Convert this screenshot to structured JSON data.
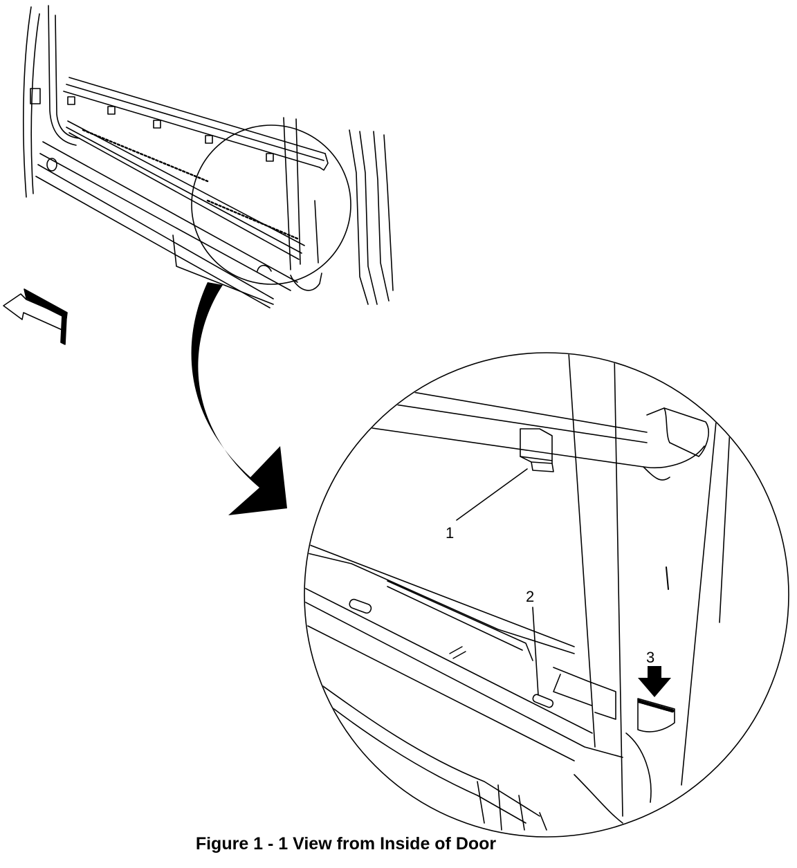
{
  "figure": {
    "caption": "Figure 1 - 1 View from Inside of Door",
    "callouts": [
      "1",
      "2",
      "3"
    ],
    "line_color": "#000000",
    "background": "#ffffff"
  }
}
